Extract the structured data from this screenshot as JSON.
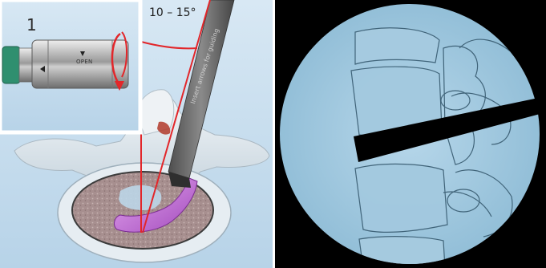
{
  "figure": {
    "step_number": "1",
    "angle_label": "10 – 15°",
    "open_label": "OPEN",
    "tool_inscription": "Insert arrows for guiding",
    "implant_inscription": "—"
  },
  "colors": {
    "background_blue": "#c8dff0",
    "fluoro_blue": "#a9cde3",
    "red_guide": "#e2262a",
    "implant_purple": "#c46fd6",
    "bone": "#e9eef2",
    "tool_grey": "#6b6b6b"
  }
}
